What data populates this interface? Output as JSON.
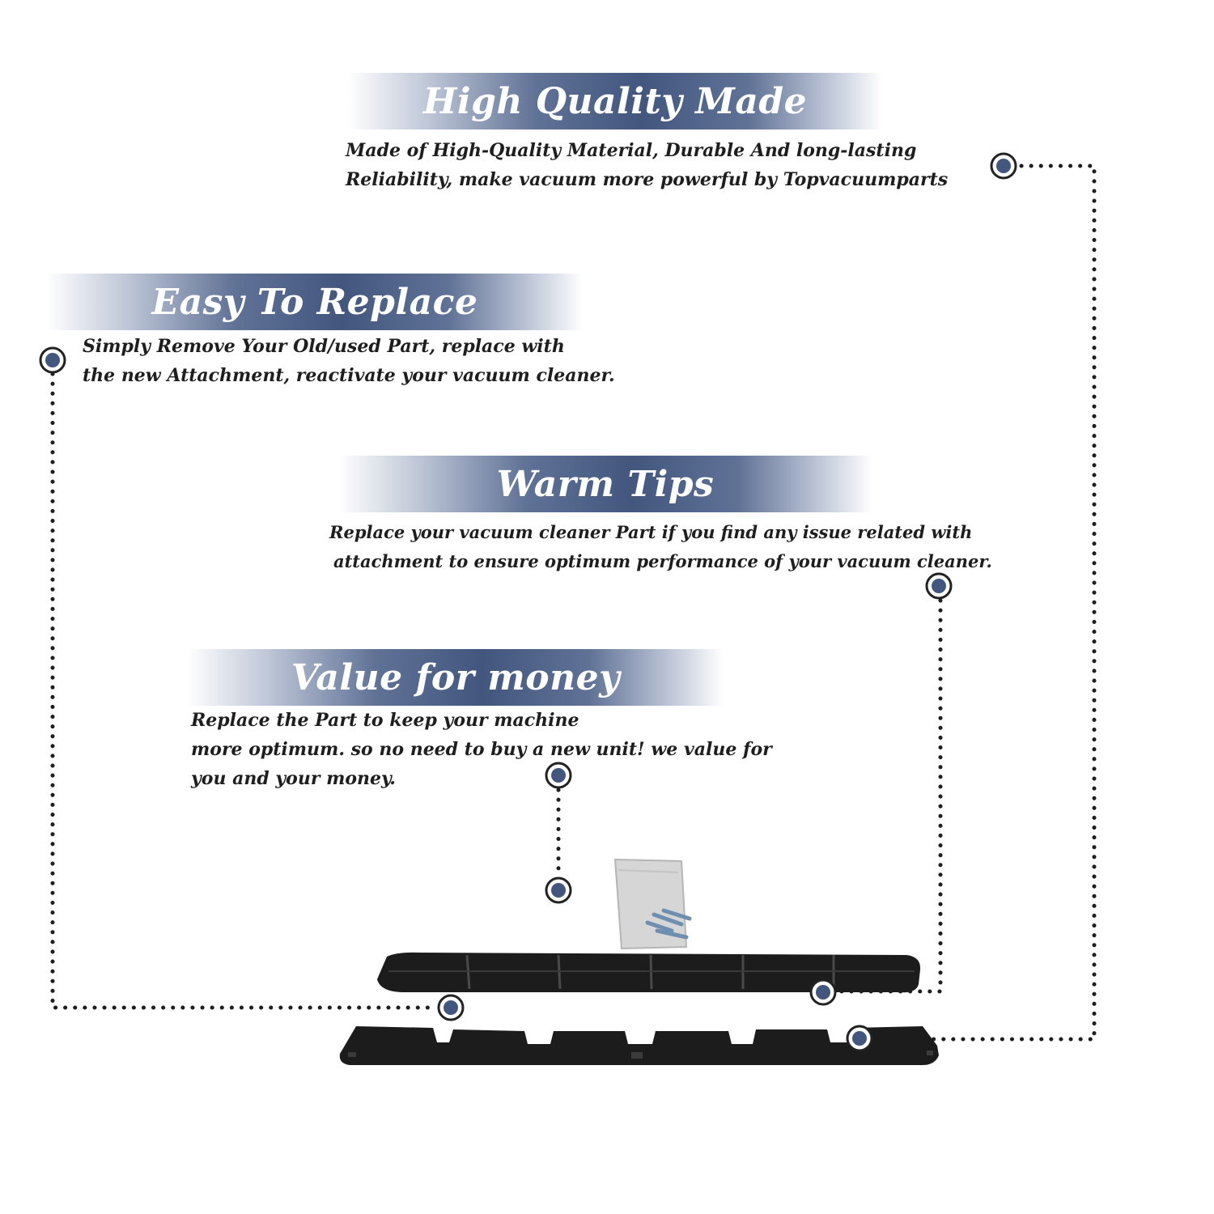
{
  "sections": [
    {
      "title": "High Quality Made",
      "lines": [
        "Made of  High-Quality Material, Durable And long-lasting",
        "Reliability, make vacuum more powerful by Topvacuumparts"
      ]
    },
    {
      "title": "Easy To Replace",
      "lines": [
        "Simply Remove Your Old/used Part, replace with",
        "the new Attachment, reactivate your vacuum cleaner."
      ]
    },
    {
      "title": "Warm Tips",
      "lines": [
        "Replace your vacuum cleaner Part if you find any issue related with",
        "attachment to ensure optimum performance of your vacuum cleaner."
      ]
    },
    {
      "title": "Value for money",
      "lines": [
        "Replace the Part to keep your machine",
        "more optimum. so no need to buy a new unit! we value for",
        "you and your money."
      ]
    }
  ],
  "colors": {
    "accent": "#43567e",
    "text": "#1e1e1e",
    "product": "#1a1a1a"
  }
}
